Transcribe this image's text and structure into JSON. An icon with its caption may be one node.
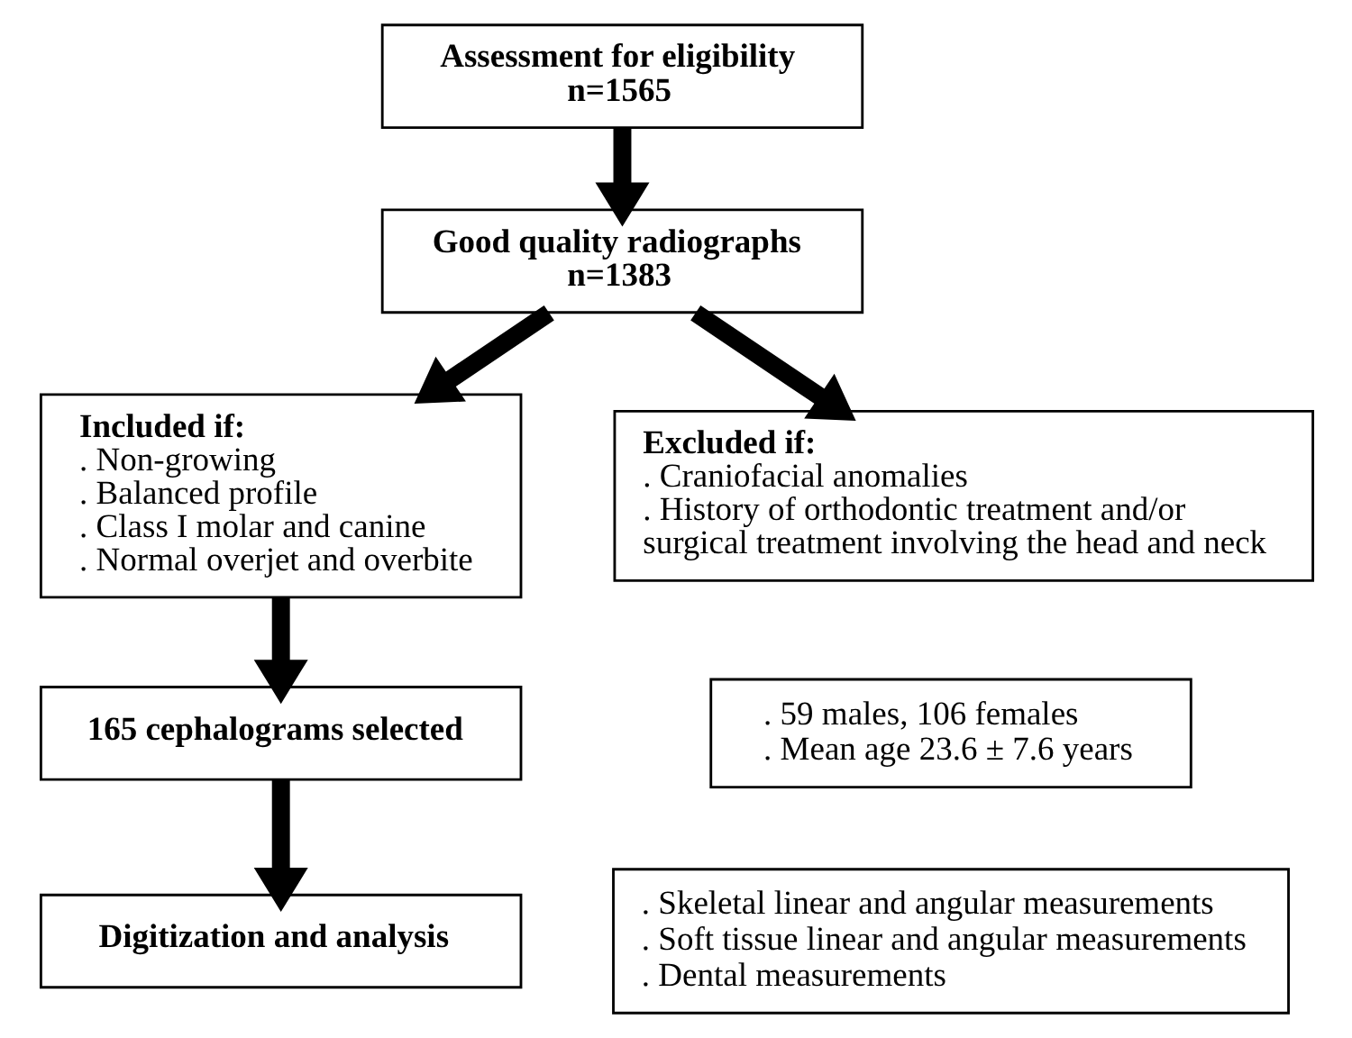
{
  "diagram": {
    "nodes": [
      {
        "text": [
          "Assessment for eligibility",
          "n=1565"
        ]
      },
      {
        "text": [
          "Good quality radiographs",
          "n=1383"
        ]
      },
      {
        "text": [
          "Included if:",
          ". Non-growing",
          ". Balanced profile",
          ". Class I molar and canine",
          ". Normal overjet and overbite"
        ]
      },
      {
        "text": [
          "Excluded if:",
          ". Craniofacial anomalies",
          ". History of orthodontic treatment and/or surgical treatment involving the head and neck"
        ]
      },
      {
        "text": [
          "165 cephalograms selected"
        ]
      },
      {
        "text": [
          ". 59 males, 106 females",
          ". Mean age 23.6 ± 7.6 years"
        ]
      },
      {
        "text": [
          "Digitization and analysis"
        ]
      },
      {
        "text": [
          ". Skeletal linear and angular measurements",
          ". Soft tissue linear and angular measurements",
          ". Dental measurements"
        ]
      }
    ],
    "edges": [
      {
        "from": 0,
        "to": 1,
        "arrow": "to"
      },
      {
        "from": 1,
        "to": 2,
        "arrow": "to"
      },
      {
        "from": 1,
        "to": 3,
        "arrow": "to"
      },
      {
        "from": 2,
        "to": 4,
        "arrow": "to"
      },
      {
        "from": 4,
        "to": 6,
        "arrow": "to"
      }
    ]
  }
}
